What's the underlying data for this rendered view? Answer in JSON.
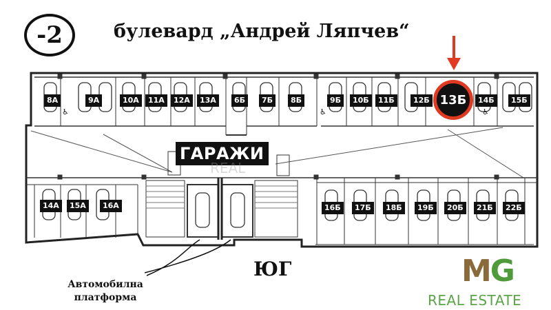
{
  "header": {
    "floor": "-2",
    "street": "булевард „Андрей Ляпчев“"
  },
  "plan": {
    "label": "ГАРАЖИ",
    "watermark": "REAL",
    "highlighted_spot": "13Б",
    "highlight_color": "#e03a22",
    "top_spots": [
      "8А",
      "9А",
      "10А",
      "11А",
      "12А",
      "13А",
      "6Б",
      "7Б",
      "8Б",
      "9Б",
      "10Б",
      "11Б",
      "12Б",
      "14Б",
      "15Б"
    ],
    "bottom_spots": [
      "14А",
      "15А",
      "16А",
      "16Б",
      "17Б",
      "18Б",
      "19Б",
      "20Б",
      "21Б",
      "22Б"
    ]
  },
  "orientation": "ЮГ",
  "platform_label": "Автомобилна платформа",
  "logo": {
    "mark_m": "M",
    "mark_g": "G",
    "name": "REAL ESTATE",
    "color_brown": "#8a6a3a",
    "color_green": "#4f9a3a"
  }
}
